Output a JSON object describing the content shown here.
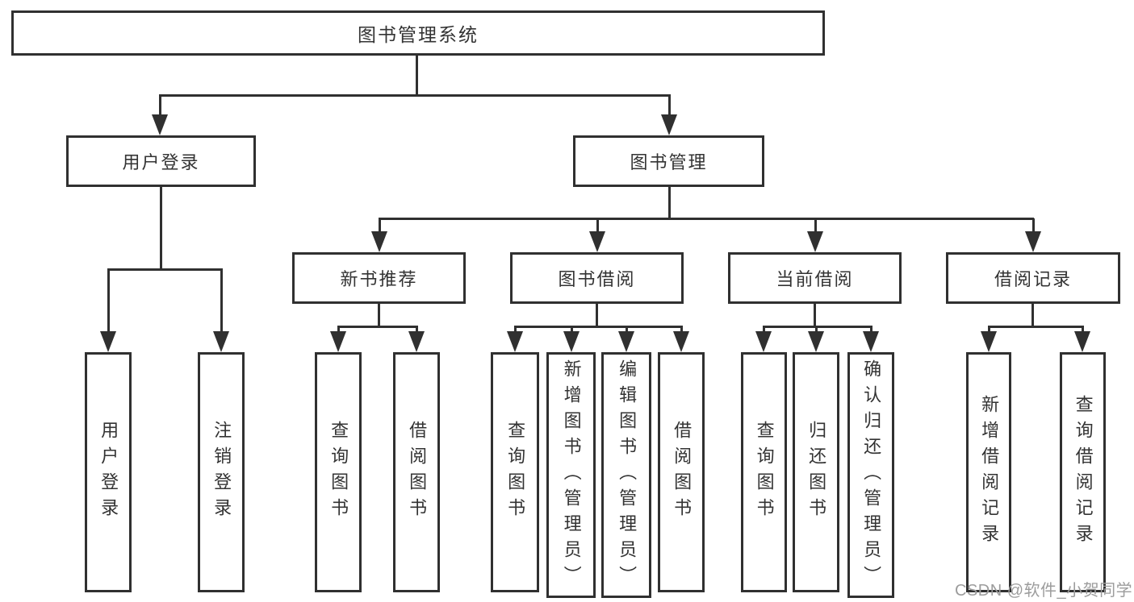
{
  "diagram": {
    "root": {
      "label": "图书管理系统"
    },
    "level2": [
      {
        "label": "用户登录",
        "parent": "图书管理系统"
      },
      {
        "label": "图书管理",
        "parent": "图书管理系统"
      }
    ],
    "level3": [
      {
        "label": "新书推荐",
        "parent": "图书管理"
      },
      {
        "label": "图书借阅",
        "parent": "图书管理"
      },
      {
        "label": "当前借阅",
        "parent": "图书管理"
      },
      {
        "label": "借阅记录",
        "parent": "图书管理"
      }
    ],
    "leaves": [
      {
        "label": "用户登录",
        "parent": "用户登录"
      },
      {
        "label": "注销登录",
        "parent": "用户登录"
      },
      {
        "label": "查询图书",
        "parent": "新书推荐"
      },
      {
        "label": "借阅图书",
        "parent": "新书推荐"
      },
      {
        "label": "查询图书",
        "parent": "图书借阅"
      },
      {
        "label": "新增图书（管理员）",
        "parent": "图书借阅"
      },
      {
        "label": "编辑图书（管理员）",
        "parent": "图书借阅"
      },
      {
        "label": "借阅图书",
        "parent": "图书借阅"
      },
      {
        "label": "查询图书",
        "parent": "当前借阅"
      },
      {
        "label": "归还图书",
        "parent": "当前借阅"
      },
      {
        "label": "确认归还（管理员）",
        "parent": "当前借阅"
      },
      {
        "label": "新增借阅记录",
        "parent": "借阅记录"
      },
      {
        "label": "查询借阅记录",
        "parent": "借阅记录"
      }
    ],
    "watermark": "CSDN @软件_小贺同学",
    "colors": {
      "line": "#303030",
      "text": "#333333",
      "background": "#ffffff",
      "watermark": "#9c9c9c"
    }
  }
}
